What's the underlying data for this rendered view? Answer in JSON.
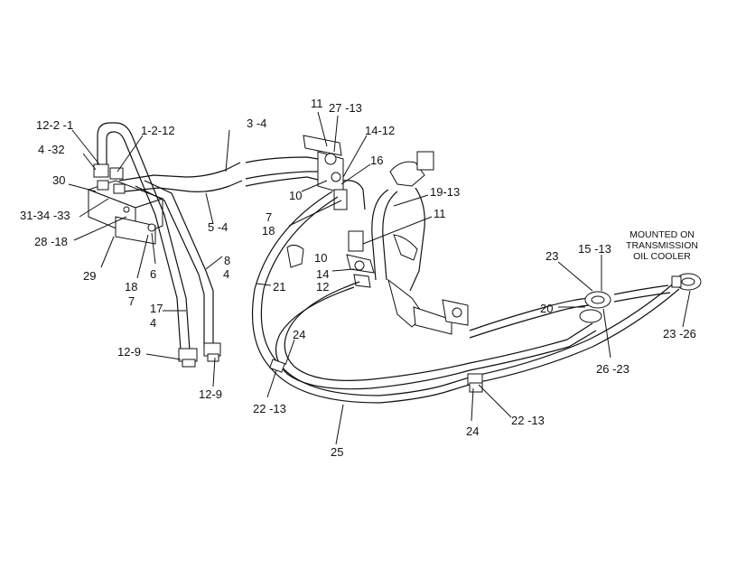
{
  "callouts": [
    {
      "id": "c1",
      "text": "12-2 -1"
    },
    {
      "id": "c2",
      "text": "1-2-12"
    },
    {
      "id": "c3",
      "text": "3 -4"
    },
    {
      "id": "c4",
      "text": "4 -32"
    },
    {
      "id": "c5",
      "text": "30"
    },
    {
      "id": "c6",
      "text": "31-34 -33"
    },
    {
      "id": "c7",
      "text": "28 -18"
    },
    {
      "id": "c8",
      "text": "29"
    },
    {
      "id": "c9",
      "text": "18"
    },
    {
      "id": "c10",
      "text": "7"
    },
    {
      "id": "c11",
      "text": "6"
    },
    {
      "id": "c12",
      "text": "5 -4"
    },
    {
      "id": "c13",
      "text": "8"
    },
    {
      "id": "c14",
      "text": "4"
    },
    {
      "id": "c15",
      "text": "17"
    },
    {
      "id": "c16",
      "text": "4"
    },
    {
      "id": "c17",
      "text": "12-9"
    },
    {
      "id": "c18",
      "text": "12-9"
    },
    {
      "id": "c19",
      "text": "11"
    },
    {
      "id": "c20",
      "text": "27 -13"
    },
    {
      "id": "c21",
      "text": "14-12"
    },
    {
      "id": "c22",
      "text": "16"
    },
    {
      "id": "c23",
      "text": "10"
    },
    {
      "id": "c24",
      "text": "7"
    },
    {
      "id": "c25",
      "text": "18"
    },
    {
      "id": "c26",
      "text": "19-13"
    },
    {
      "id": "c27",
      "text": "11"
    },
    {
      "id": "c28",
      "text": "10"
    },
    {
      "id": "c29",
      "text": "14"
    },
    {
      "id": "c30",
      "text": "12"
    },
    {
      "id": "c31",
      "text": "21"
    },
    {
      "id": "c32",
      "text": "24"
    },
    {
      "id": "c33",
      "text": "22 -13"
    },
    {
      "id": "c34",
      "text": "25"
    },
    {
      "id": "c35",
      "text": "24"
    },
    {
      "id": "c36",
      "text": "22 -13"
    },
    {
      "id": "c37",
      "text": "23"
    },
    {
      "id": "c38",
      "text": "15 -13"
    },
    {
      "id": "c39",
      "text": "20"
    },
    {
      "id": "c40",
      "text": "26 -23"
    },
    {
      "id": "c41",
      "text": "23 -26"
    }
  ],
  "note": {
    "line1": "MOUNTED ON",
    "line2": "TRANSMISSION",
    "line3": "OIL COOLER"
  }
}
